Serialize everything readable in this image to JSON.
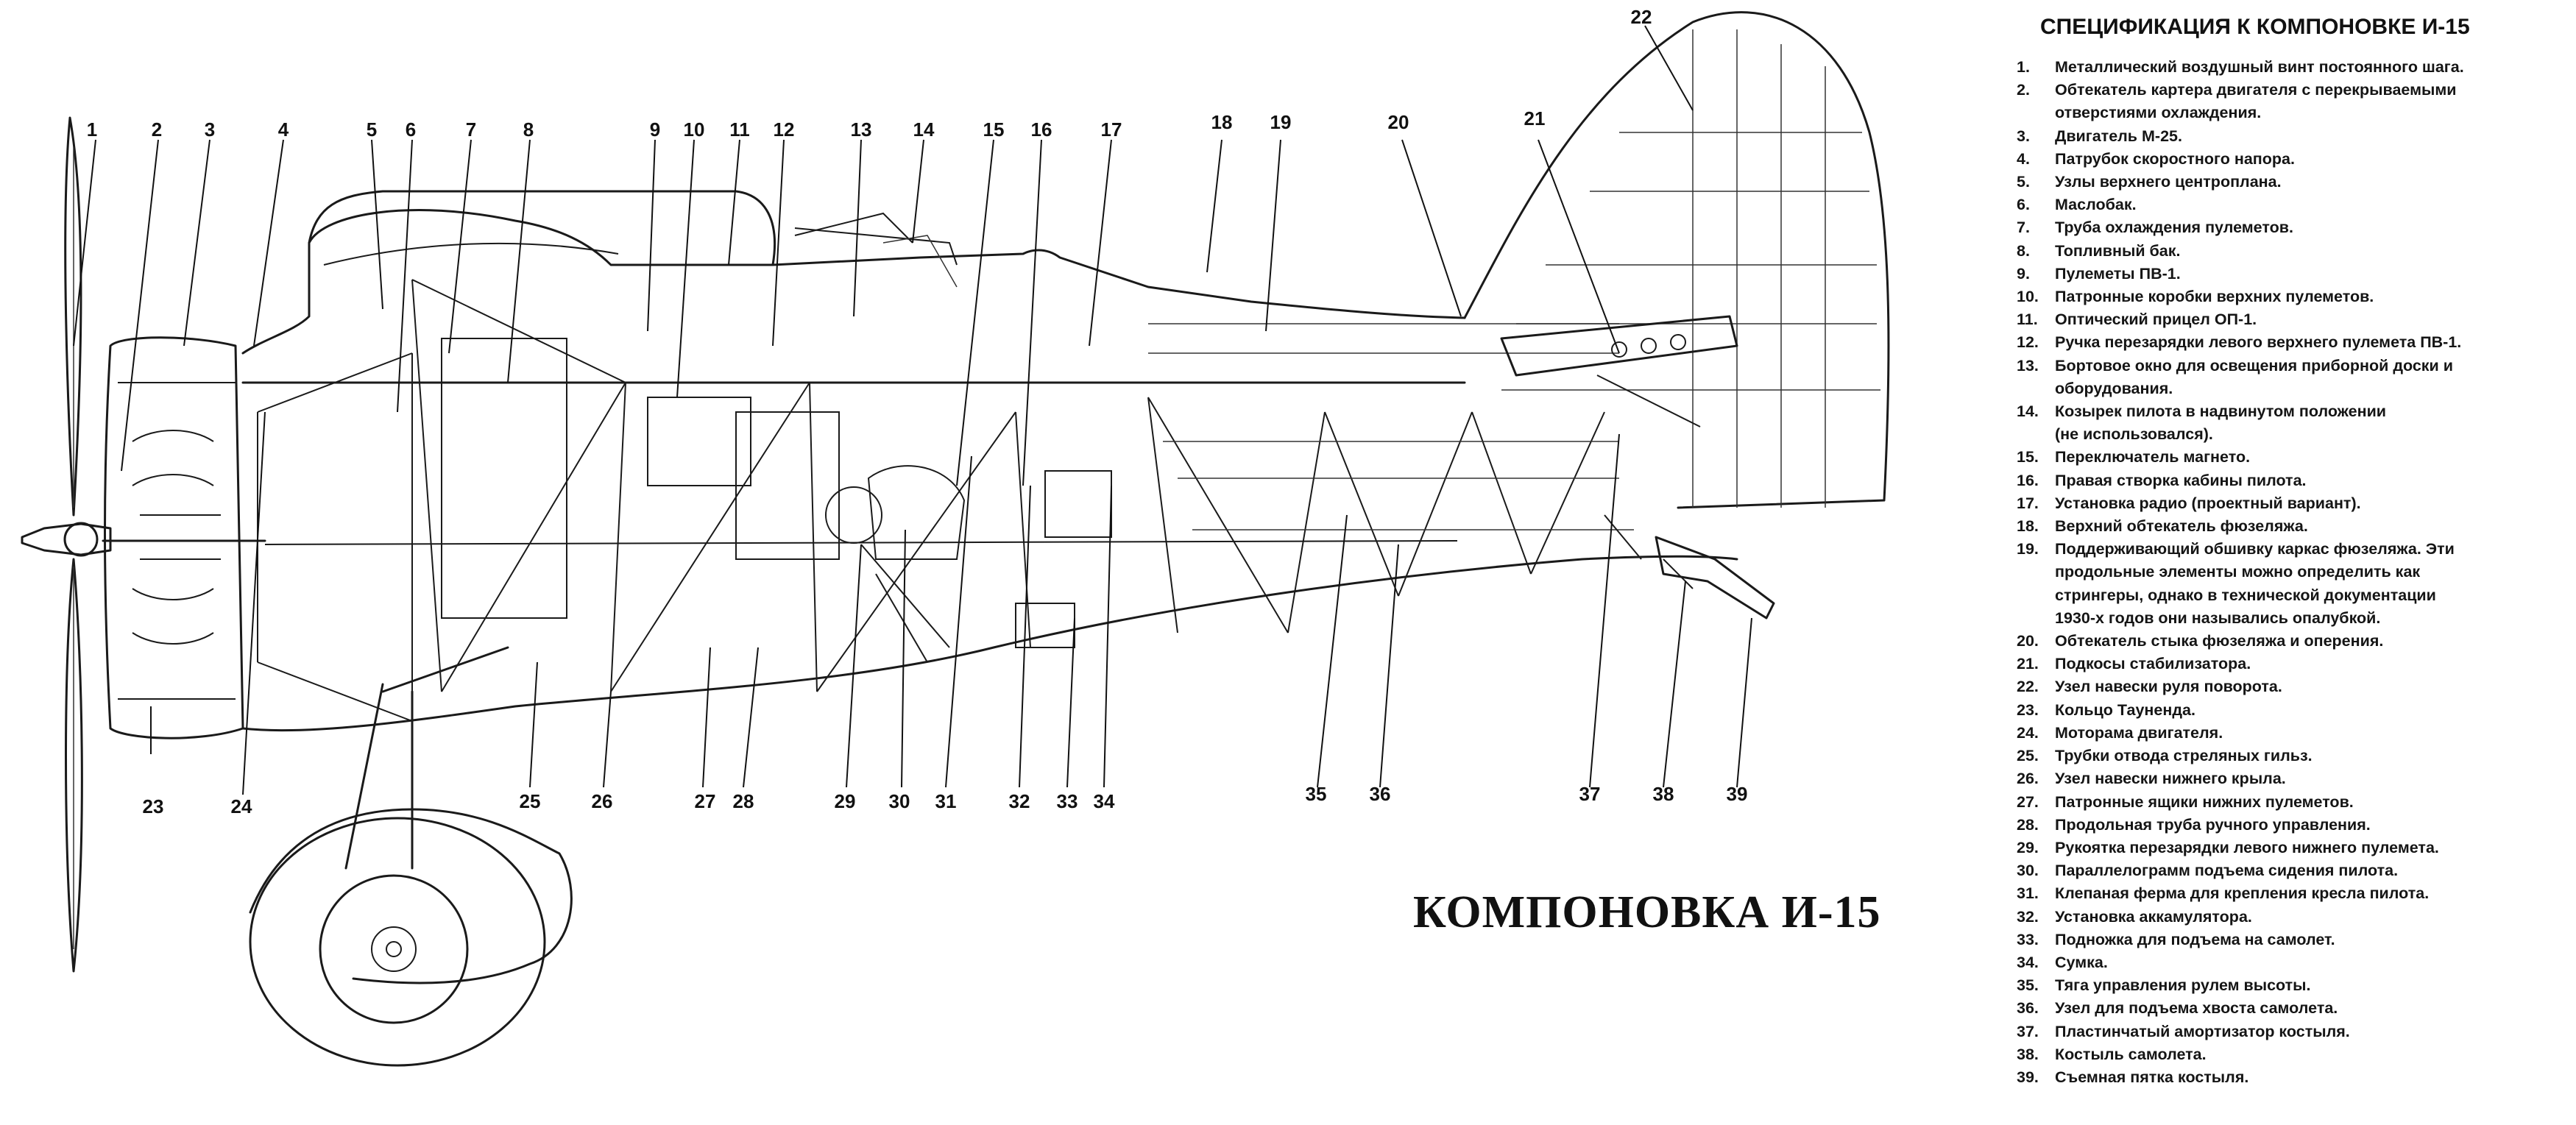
{
  "page": {
    "title": "КОМПОНОВКА И-15",
    "spec_title": "СПЕЦИФИКАЦИЯ К КОМПОНОВКЕ И-15"
  },
  "colors": {
    "ink": "#1a1a1a",
    "paper": "#ffffff"
  },
  "spec_items": [
    {
      "num": "1.",
      "text": "Металлический воздушный винт постоянного шага."
    },
    {
      "num": "2.",
      "text": "Обтекатель картера двигателя с перекрываемыми\nотверстиями охлаждения."
    },
    {
      "num": "3.",
      "text": "Двигатель М-25."
    },
    {
      "num": "4.",
      "text": "Патрубок скоростного напора."
    },
    {
      "num": "5.",
      "text": "Узлы верхнего центроплана."
    },
    {
      "num": "6.",
      "text": "Маслобак."
    },
    {
      "num": "7.",
      "text": "Труба охлаждения пулеметов."
    },
    {
      "num": "8.",
      "text": "Топливный бак."
    },
    {
      "num": "9.",
      "text": "Пулеметы ПВ-1."
    },
    {
      "num": "10.",
      "text": "Патронные коробки верхних пулеметов."
    },
    {
      "num": "11.",
      "text": "Оптический прицел ОП-1."
    },
    {
      "num": "12.",
      "text": "Ручка перезарядки левого верхнего пулемета ПВ-1."
    },
    {
      "num": "13.",
      "text": "Бортовое окно для освещения приборной доски и\nоборудования."
    },
    {
      "num": "14.",
      "text": "Козырек пилота в надвинутом положении\n(не использовался)."
    },
    {
      "num": "15.",
      "text": "Переключатель магнето."
    },
    {
      "num": "16.",
      "text": "Правая створка кабины пилота."
    },
    {
      "num": "17.",
      "text": "Установка радио (проектный вариант)."
    },
    {
      "num": "18.",
      "text": "Верхний обтекатель фюзеляжа."
    },
    {
      "num": "19.",
      "text": "Поддерживающий обшивку каркас фюзеляжа. Эти\nпродольные элементы можно определить как\nстрингеры, однако в технической документации\n1930-х годов они назывались опалубкой."
    },
    {
      "num": "20.",
      "text": "Обтекатель стыка фюзеляжа и оперения."
    },
    {
      "num": "21.",
      "text": "Подкосы стабилизатора."
    },
    {
      "num": "22.",
      "text": "Узел навески руля поворота."
    },
    {
      "num": "23.",
      "text": "Кольцо Тауненда."
    },
    {
      "num": "24.",
      "text": "Моторама двигателя."
    },
    {
      "num": "25.",
      "text": "Трубки отвода стреляных гильз."
    },
    {
      "num": "26.",
      "text": "Узел навески нижнего крыла."
    },
    {
      "num": "27.",
      "text": "Патронные ящики нижних пулеметов."
    },
    {
      "num": "28.",
      "text": "Продольная труба ручного управления."
    },
    {
      "num": "29.",
      "text": "Рукоятка перезарядки левого нижнего пулемета."
    },
    {
      "num": "30.",
      "text": "Параллелограмм подъема сидения пилота."
    },
    {
      "num": "31.",
      "text": "Клепаная ферма для крепления кресла пилота."
    },
    {
      "num": "32.",
      "text": "Установка аккамулятора."
    },
    {
      "num": "33.",
      "text": "Подножка для подъема на самолет."
    },
    {
      "num": "34.",
      "text": "Сумка."
    },
    {
      "num": "35.",
      "text": "Тяга управления рулем высоты."
    },
    {
      "num": "36.",
      "text": "Узел для подъема хвоста самолета."
    },
    {
      "num": "37.",
      "text": "Пластинчатый амортизатор костыля."
    },
    {
      "num": "38.",
      "text": "Костыль самолета."
    },
    {
      "num": "39.",
      "text": "Съемная пятка костыля."
    }
  ],
  "callouts_top": [
    "1",
    "2",
    "3",
    "4",
    "5",
    "6",
    "7",
    "8",
    "9",
    "10",
    "11",
    "12",
    "13",
    "14",
    "15",
    "16",
    "17",
    "18",
    "19",
    "20",
    "21",
    "22"
  ],
  "callouts_bottom": [
    "23",
    "24",
    "25",
    "26",
    "27",
    "28",
    "29",
    "30",
    "31",
    "32",
    "33",
    "34",
    "35",
    "36",
    "37",
    "38",
    "39"
  ]
}
